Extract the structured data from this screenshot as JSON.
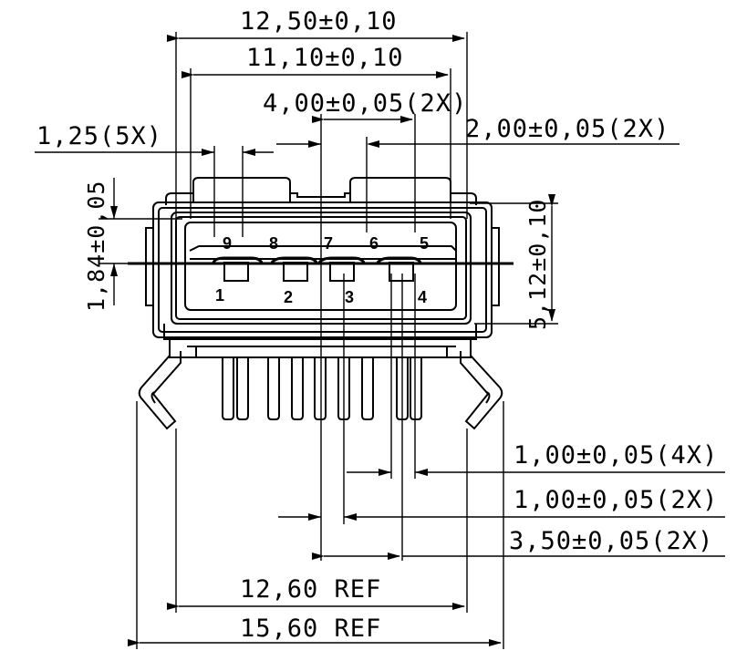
{
  "dimensions": {
    "overall_width": "12,50±0,10",
    "inner_width": "11,10±0,10",
    "pitch_4": "4,00±0,05(2X)",
    "pitch_2": "2,00±0,05(2X)",
    "pitch_125": "1,25(5X)",
    "height_184": "1,84±0,05",
    "height_512": "5,12±0,10",
    "pin_1_4x": "1,00±0,05(4X)",
    "pin_1_2x": "1,00±0,05(2X)",
    "pin_35": "3,50±0,05(2X)",
    "ref_126": "12,60 REF",
    "ref_156": "15,60 REF"
  },
  "pins": {
    "p9": "9",
    "p8": "8",
    "p7": "7",
    "p6": "6",
    "p5": "5",
    "p1": "1",
    "p2": "2",
    "p3": "3",
    "p4": "4"
  }
}
